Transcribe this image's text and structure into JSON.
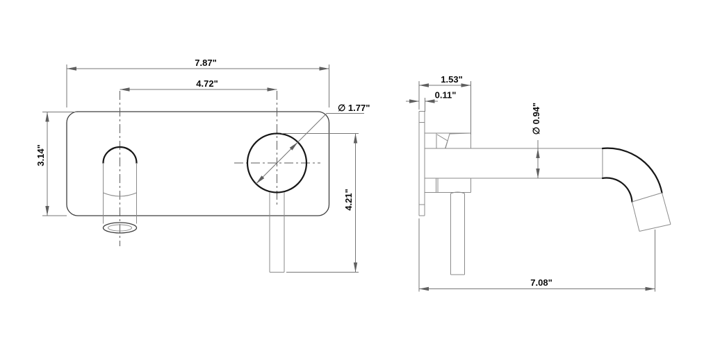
{
  "drawing": {
    "subject": "wall-mounted single-lever faucet technical drawing, front and side views",
    "units": "inches",
    "colors": {
      "background": "#ffffff",
      "part_line": "#161616",
      "soft_line": "#8a8a8a",
      "dimension_line": "#757575",
      "text": "#0a0a0a"
    },
    "labels": {
      "plate_width": "7.87\"",
      "spout_to_handle": "4.72\"",
      "plate_height": "3.14\"",
      "handle_diameter": "∅ 1.77\"",
      "handle_drop": "4.21\"",
      "body_depth": "1.53\"",
      "plate_thickness": "0.11\"",
      "spout_diameter": "∅ 0.94\"",
      "spout_reach": "7.08\""
    }
  }
}
